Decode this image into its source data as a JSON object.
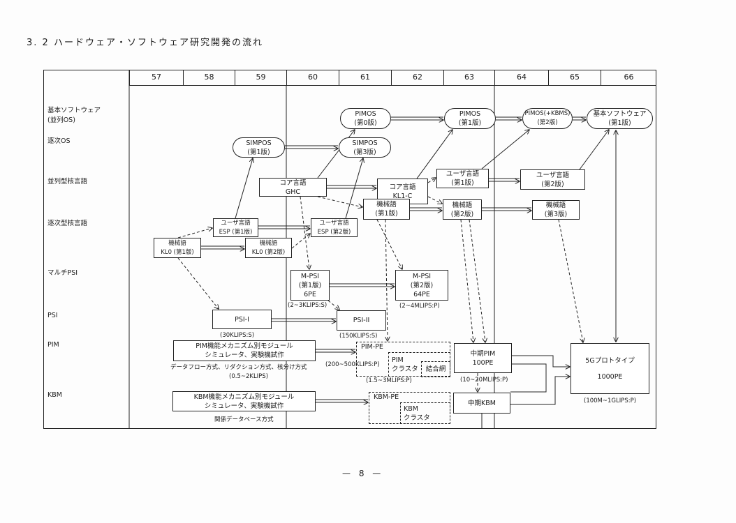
{
  "title": "3. 2 ハードウェア・ソフトウェア研究開発の流れ",
  "page_number": "— 8 —",
  "years": [
    "57",
    "58",
    "59",
    "60",
    "61",
    "62",
    "63",
    "64",
    "65",
    "66"
  ],
  "rows": {
    "basic_sw": [
      "基本ソフトウェア",
      "(並列OS)"
    ],
    "seq_os": "逐次OS",
    "par_kernel": "並列型核言語",
    "seq_kernel": "逐次型核言語",
    "multi_psi": "マルチPSI",
    "psi": "PSI",
    "pim": "PIM",
    "kbm": "KBM"
  },
  "nodes": {
    "pimos0": [
      "PIMOS",
      "(第0版)"
    ],
    "pimos1": [
      "PIMOS",
      "(第1版)"
    ],
    "pimos2": [
      "PIMOS(+KBMS)",
      "(第2版)"
    ],
    "basic1": [
      "基本ソフトウェア",
      "(第1版)"
    ],
    "simpos1": [
      "SIMPOS",
      "(第1版)"
    ],
    "simpos3": [
      "SIMPOS",
      "(第3版)"
    ],
    "ghc": [
      "コア言語",
      "GHC"
    ],
    "kl1c": [
      "コア言語",
      "KL1-C"
    ],
    "user1": [
      "ユーザ言語",
      "(第1版)"
    ],
    "user2": [
      "ユーザ言語",
      "(第2版)"
    ],
    "mach1": [
      "機械語",
      "(第1版)"
    ],
    "mach2": [
      "機械語",
      "(第2版)"
    ],
    "mach3": [
      "機械語",
      "(第3版)"
    ],
    "esp1": [
      "ユーザ言語",
      "ESP (第1版)"
    ],
    "esp2": [
      "ユーザ言語",
      "ESP (第2版)"
    ],
    "kl0_1": [
      "機械語",
      "KL0 (第1版)"
    ],
    "kl0_2": [
      "機械語",
      "KL0 (第2版)"
    ],
    "mpsi1": [
      "M-PSI",
      "(第1版)",
      "6PE"
    ],
    "mpsi2": [
      "M-PSI",
      "(第2版)",
      "64PE"
    ],
    "psi1": "PSI-I",
    "psi2": "PSI-II",
    "pim_module": [
      "PIM機能メカニズム別モジュール",
      "シミュレータ、実験機試作"
    ],
    "pim_pe": "PIM-PE",
    "pim_cluster": [
      "PIM",
      "クラスタ"
    ],
    "network": "結合網",
    "mid_pim": [
      "中期PIM",
      "100PE"
    ],
    "mid_kbm": "中期KBM",
    "proto5g": [
      "5Gプロトタイプ",
      "1000PE"
    ],
    "kbm_module": [
      "KBM機能メカニズム別モジュール",
      "シミュレータ、実験機試作"
    ],
    "kbm_pe": "KBM-PE",
    "kbm_cluster": [
      "KBM",
      "クラスタ"
    ]
  },
  "notes": {
    "mpsi1_perf": "(2~3KLIPS:S)",
    "mpsi2_perf": "(2~4MLIPS:P)",
    "psi1_perf": "(30KLIPS:S)",
    "psi2_perf": "(150KLIPS:S)",
    "pim_methods": "データフロー方式、リダクション方式、核分け方式",
    "pim_module_perf": "(0.5~2KLIPS)",
    "pim_pe_perf": "(200~500KLIPS:P)",
    "pim_cluster_perf": "(1.5~3MLIPS:P)",
    "mid_pim_perf": "(10~20MLIPS:P)",
    "proto_perf": "(100M~1GLIPS:P)",
    "kbm_method": "関係データベース方式"
  }
}
